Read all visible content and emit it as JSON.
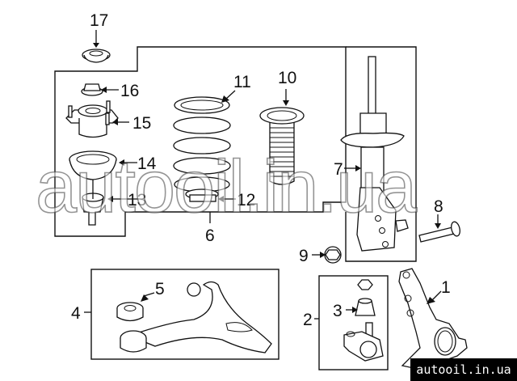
{
  "diagram": {
    "title": "Front suspension parts",
    "callouts": [
      {
        "id": "1",
        "label": "1",
        "part": "knuckle"
      },
      {
        "id": "2",
        "label": "2",
        "part": "ball-joint-kit"
      },
      {
        "id": "3",
        "label": "3",
        "part": "ball-joint-boot"
      },
      {
        "id": "4",
        "label": "4",
        "part": "lower-control-arm"
      },
      {
        "id": "5",
        "label": "5",
        "part": "control-arm-bushing"
      },
      {
        "id": "6",
        "label": "6",
        "part": "strut-assembly-kit"
      },
      {
        "id": "7",
        "label": "7",
        "part": "strut"
      },
      {
        "id": "8",
        "label": "8",
        "part": "strut-bolt"
      },
      {
        "id": "9",
        "label": "9",
        "part": "strut-nut"
      },
      {
        "id": "10",
        "label": "10",
        "part": "dust-boot"
      },
      {
        "id": "11",
        "label": "11",
        "part": "coil-spring"
      },
      {
        "id": "12",
        "label": "12",
        "part": "spring-insulator"
      },
      {
        "id": "13",
        "label": "13",
        "part": "bump-stop"
      },
      {
        "id": "14",
        "label": "14",
        "part": "spring-seat"
      },
      {
        "id": "15",
        "label": "15",
        "part": "strut-mount"
      },
      {
        "id": "16",
        "label": "16",
        "part": "mount-nut"
      },
      {
        "id": "17",
        "label": "17",
        "part": "cap"
      }
    ]
  },
  "watermark": {
    "text": "autooil.in.ua"
  },
  "badge": {
    "text": "autooil.in.ua"
  }
}
